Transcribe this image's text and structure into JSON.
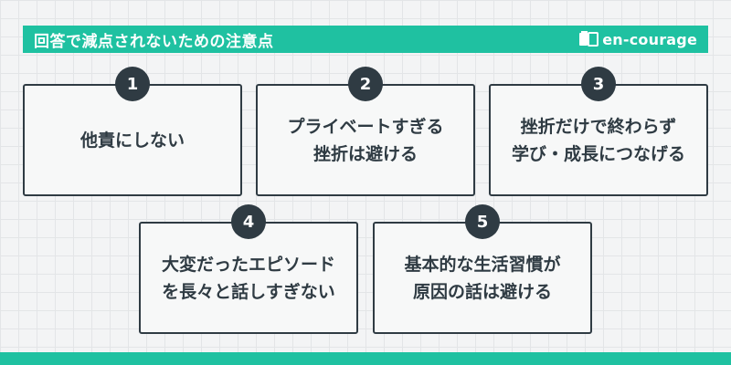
{
  "header": {
    "title": "回答で減点されないための注意点",
    "logo_text": "en-courage",
    "logo_icon": "book-icon"
  },
  "cards": [
    {
      "number": "1",
      "lines": [
        "他責にしない"
      ]
    },
    {
      "number": "2",
      "lines": [
        "プライベートすぎる",
        "挫折は避ける"
      ]
    },
    {
      "number": "3",
      "lines": [
        "挫折だけで終わらず",
        "学び・成長につなげる"
      ]
    },
    {
      "number": "4",
      "lines": [
        "大変だったエピソード",
        "を長々と話しすぎない"
      ]
    },
    {
      "number": "5",
      "lines": [
        "基本的な生活習慣が",
        "原因の話は避ける"
      ]
    }
  ],
  "colors": {
    "accent": "#1fc1a1",
    "dark": "#2f3b43",
    "card_bg": "#f7f8f8"
  }
}
